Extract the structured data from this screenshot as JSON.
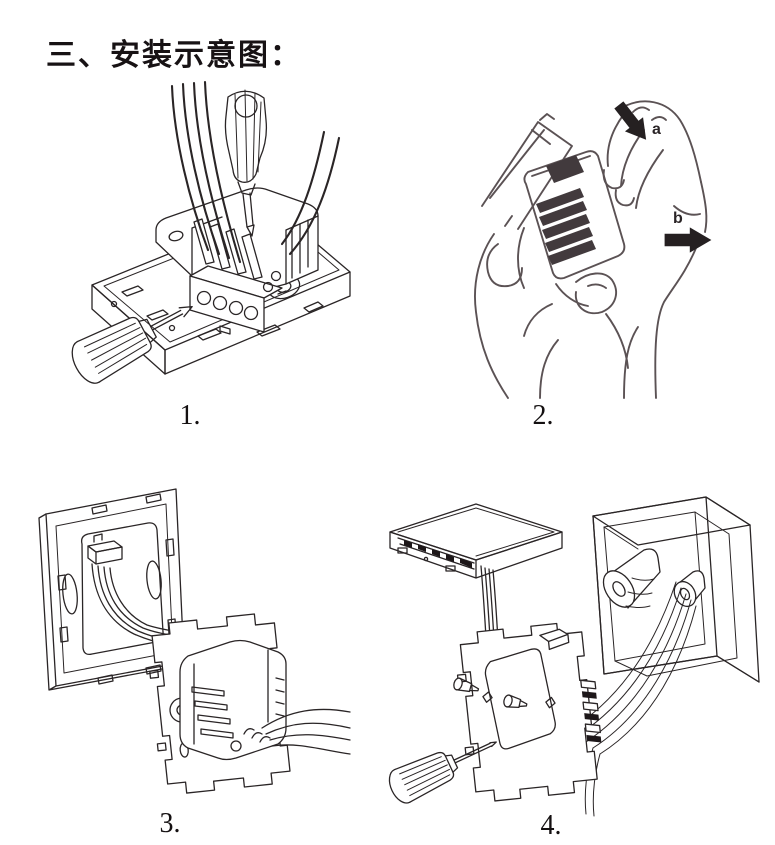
{
  "page": {
    "title": "三、安装示意图："
  },
  "figures": {
    "f1": {
      "caption": "1."
    },
    "f2": {
      "caption": "2.",
      "arrow_a": "a",
      "arrow_b": "b"
    },
    "f3": {
      "caption": "3."
    },
    "f4": {
      "caption": "4."
    }
  },
  "colors": {
    "background": "#ffffff",
    "ink": "#2a2526",
    "arrow_fill": "#1d1719"
  }
}
